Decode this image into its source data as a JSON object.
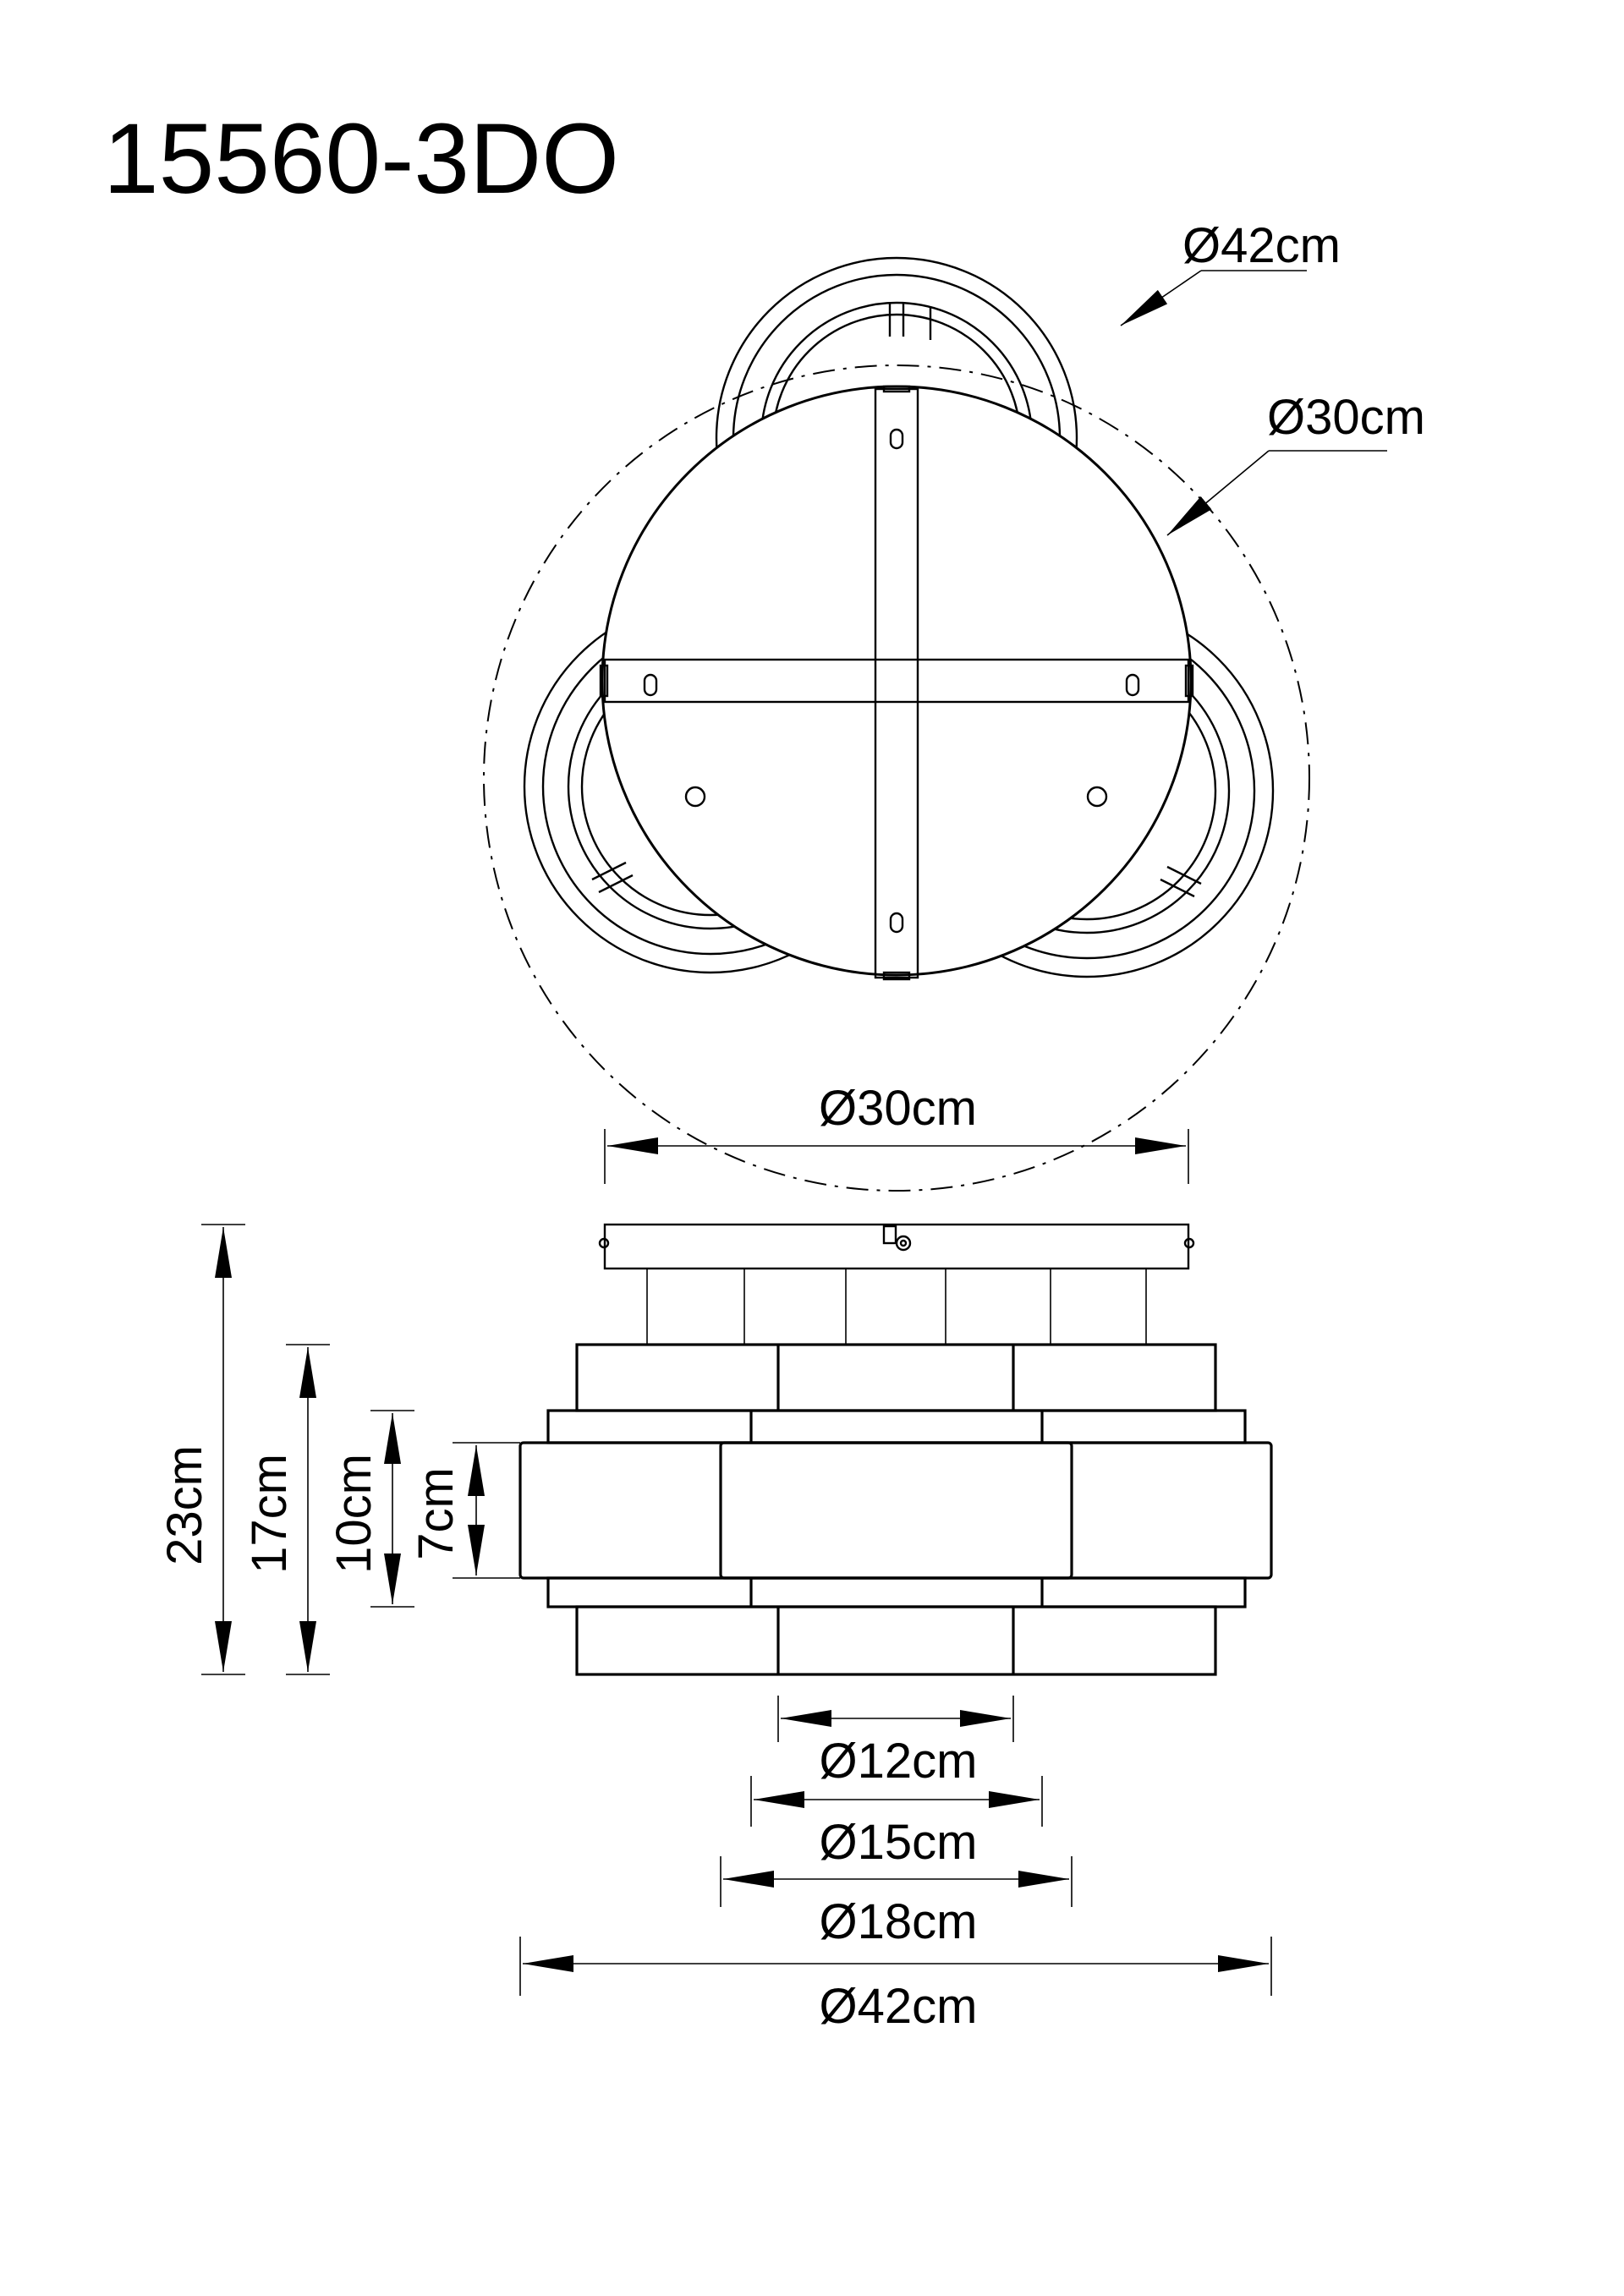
{
  "title": "15560-3DO",
  "top_view": {
    "outer_diameter_label": "Ø42cm",
    "canopy_diameter_label": "Ø30cm"
  },
  "side_view": {
    "canopy_width_label": "Ø30cm",
    "height_total_label": "23cm",
    "height_shade_label": "17cm",
    "height_mid_label": "10cm",
    "height_inner_label": "7cm",
    "diameter_a_label": "Ø12cm",
    "diameter_b_label": "Ø15cm",
    "diameter_c_label": "Ø18cm",
    "diameter_total_label": "Ø42cm"
  }
}
